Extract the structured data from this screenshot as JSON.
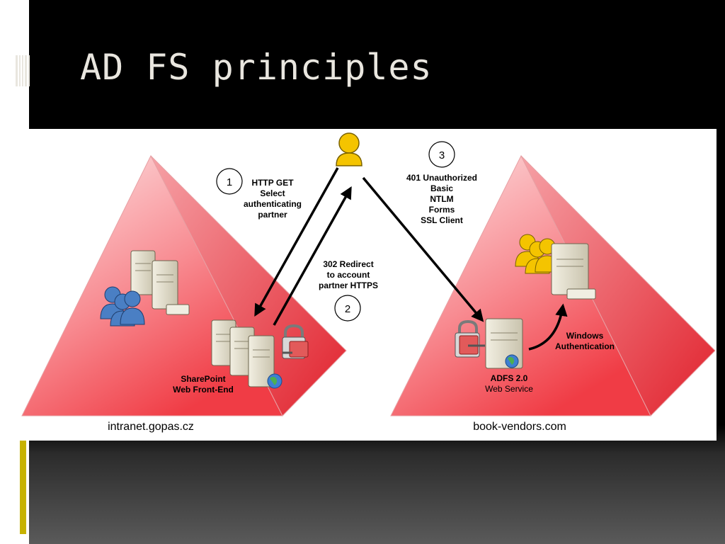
{
  "slide": {
    "title": "AD FS principles"
  },
  "diagram": {
    "steps": [
      {
        "number": "1",
        "lines": [
          "HTTP GET",
          "Select",
          "authenticating",
          "partner"
        ]
      },
      {
        "number": "2",
        "lines": [
          "302 Redirect",
          "to account",
          "partner HTTPS"
        ]
      },
      {
        "number": "3",
        "lines": [
          "401 Unauthorized",
          "Basic",
          "NTLM",
          "Forms",
          "SSL Client"
        ]
      }
    ],
    "left_site": {
      "domain": "intranet.gopas.cz",
      "server_label_lines": [
        "SharePoint",
        "Web Front-End"
      ]
    },
    "right_site": {
      "domain": "book-vendors.com",
      "server_label_bold": "ADFS 2.0",
      "server_label_sub": "Web Service",
      "auth_label_lines": [
        "Windows",
        "Authentication"
      ]
    },
    "icons": [
      "user-icon",
      "server-icon",
      "users-group-icon",
      "lock-icon",
      "globe-icon"
    ]
  },
  "colors": {
    "background": "#000000",
    "title_text": "#e9e6df",
    "accent_bar": "#c7b200",
    "pyramid_red": "#f2525a",
    "user_yellow": "#f2c000",
    "users_blue": "#4a7fc4"
  }
}
